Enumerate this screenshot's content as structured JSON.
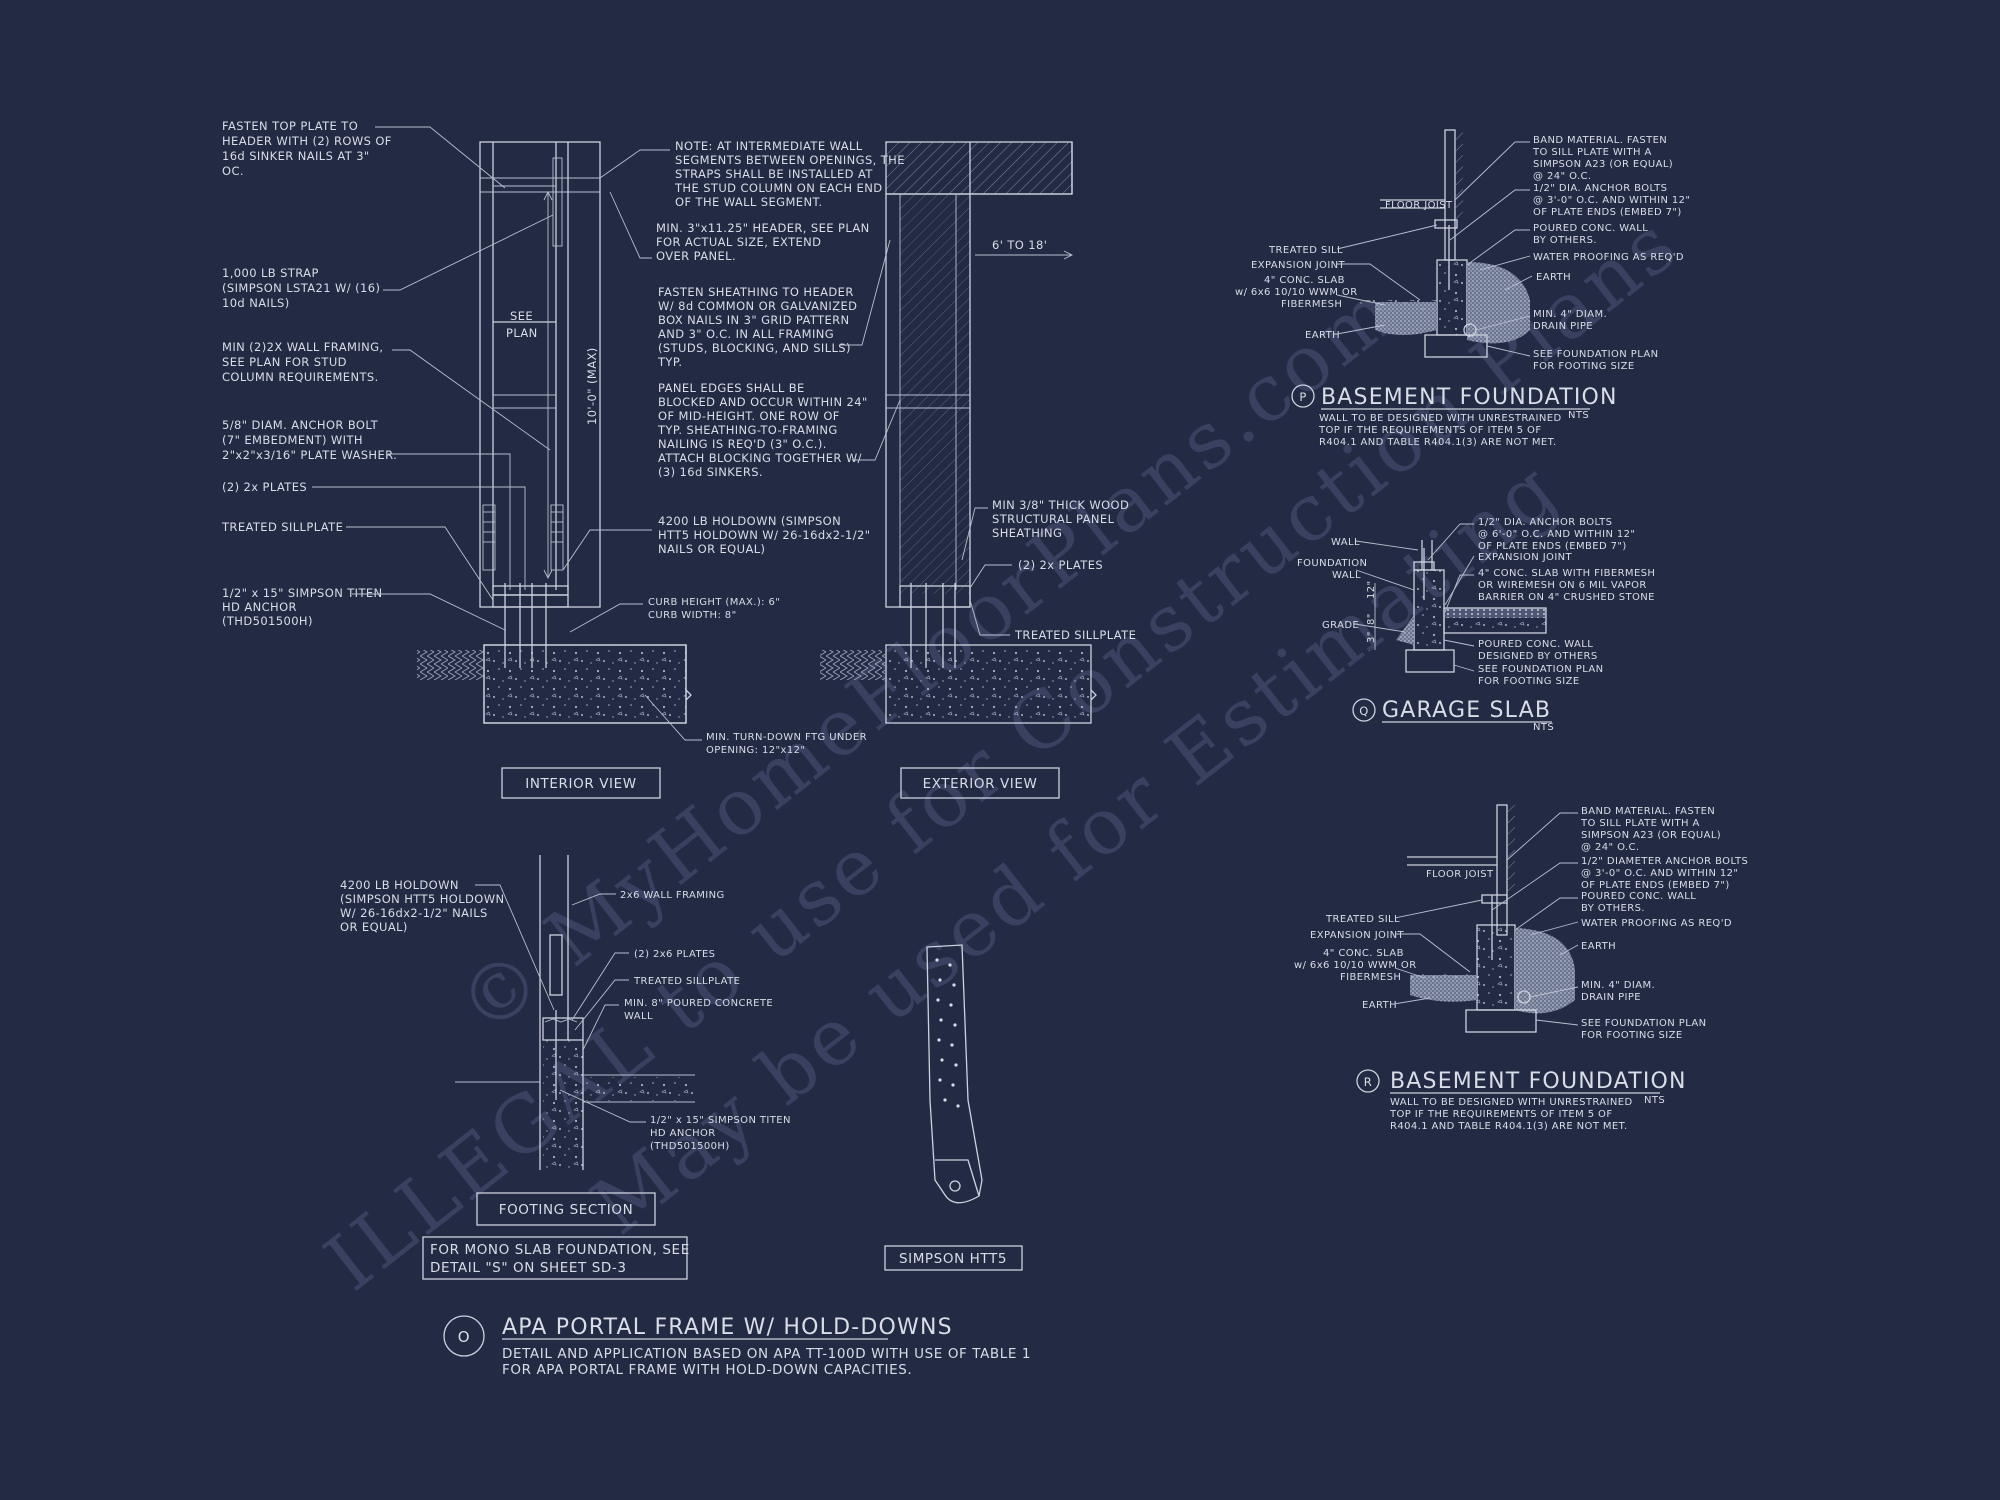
{
  "watermark": {
    "line1": "© MyHomeFloorPlans.com",
    "line2": "ILLEGAL to use for Construction Plans",
    "line3": "May be used for Estimating"
  },
  "portal_frame": {
    "interior": {
      "fasten_top_plate": [
        "FASTEN TOP PLATE TO",
        "HEADER WITH (2) ROWS OF",
        "16d SINKER NAILS AT 3\"",
        "OC."
      ],
      "strap": [
        "1,000 LB STRAP",
        "(SIMPSON LSTA21 W/ (16)",
        "10d NAILS)"
      ],
      "wall_framing": [
        "MIN (2)2X WALL FRAMING,",
        "SEE PLAN FOR STUD",
        "COLUMN REQUIREMENTS."
      ],
      "anchor_bolt": [
        "5/8\" DIAM. ANCHOR BOLT",
        "(7\" EMBEDMENT) WITH",
        "2\"x2\"x3/16\" PLATE WASHER."
      ],
      "plates": "(2) 2x PLATES",
      "sillplate": "TREATED SILLPLATE",
      "titen": [
        "1/2\" x 15\" SIMPSON TITEN",
        "HD ANCHOR",
        "(THD501500H)"
      ],
      "note": [
        "NOTE: AT INTERMEDIATE WALL",
        "SEGMENTS BETWEEN OPENINGS, THE",
        "STRAPS SHALL BE INSTALLED AT",
        "THE STUD COLUMN ON EACH END",
        "OF THE WALL SEGMENT."
      ],
      "header": [
        "MIN. 3\"x11.25\" HEADER, SEE PLAN",
        "FOR ACTUAL SIZE, EXTEND",
        "OVER PANEL."
      ],
      "sheathing": [
        "FASTEN SHEATHING TO HEADER",
        "W/ 8d COMMON OR GALVANIZED",
        "BOX NAILS IN 3\" GRID PATTERN",
        "AND 3\" O.C. IN ALL FRAMING",
        "(STUDS, BLOCKING, AND SILLS)",
        "TYP."
      ],
      "panel_edges": [
        "PANEL EDGES SHALL BE",
        "BLOCKED AND OCCUR WITHIN 24\"",
        "OF MID-HEIGHT.  ONE ROW OF",
        "TYP. SHEATHING-TO-FRAMING",
        "NAILING IS REQ'D (3\" O.C.).",
        "ATTACH BLOCKING TOGETHER W/",
        "(3) 16d SINKERS."
      ],
      "holdown": [
        "4200 LB HOLDOWN (SIMPSON",
        "HTT5 HOLDOWN W/ 26-16dx2-1/2\"",
        "NAILS OR EQUAL)"
      ],
      "curb": [
        "CURB HEIGHT (MAX.): 6\"",
        "CURB WIDTH: 8\""
      ],
      "turn_down": [
        "MIN. TURN-DOWN FTG UNDER",
        "OPENING: 12\"x12\""
      ],
      "see_plan": [
        "SEE",
        "PLAN"
      ],
      "height": "10'-0\" (MAX)",
      "view_label": "INTERIOR VIEW"
    },
    "exterior": {
      "span": "6' TO 18'",
      "panel": [
        "MIN 3/8\" THICK WOOD",
        "STRUCTURAL PANEL",
        "SHEATHING"
      ],
      "plates": "(2) 2x PLATES",
      "sillplate": "TREATED SILLPLATE",
      "view_label": "EXTERIOR VIEW"
    },
    "footing": {
      "holdown": [
        "4200 LB HOLDOWN",
        "(SIMPSON HTT5 HOLDOWN",
        "W/ 26-16dx2-1/2\" NAILS",
        "OR EQUAL)"
      ],
      "framing": "2x6 WALL FRAMING",
      "plates": "(2) 2x6 PLATES",
      "sillplate": "TREATED SILLPLATE",
      "concrete": [
        "MIN. 8\" POURED CONCRETE",
        "WALL"
      ],
      "titen": [
        "1/2\" x 15\" SIMPSON TITEN",
        "HD ANCHOR",
        "(THD501500H)"
      ],
      "label": "FOOTING SECTION",
      "mono_note": [
        "FOR MONO SLAB FOUNDATION, SEE",
        "DETAIL \"S\" ON SHEET SD-3"
      ]
    },
    "simpson_label": "SIMPSON HTT5",
    "title_marker": "O",
    "title": "APA PORTAL FRAME W/ HOLD-DOWNS",
    "subtitle": [
      "DETAIL AND APPLICATION BASED ON APA TT-100D WITH USE OF TABLE 1",
      "FOR APA PORTAL FRAME WITH HOLD-DOWN CAPACITIES."
    ]
  },
  "basement_p": {
    "band": [
      "BAND MATERIAL.  FASTEN",
      "TO SILL PLATE WITH A",
      "SIMPSON A23 (OR EQUAL)",
      "@ 24\" O.C."
    ],
    "bolts": [
      "1/2\" DIA. ANCHOR BOLTS",
      "@ 3'-0\" O.C. AND WITHIN 12\"",
      "OF PLATE ENDS (EMBED 7\")"
    ],
    "wall": [
      "POURED CONC. WALL",
      "BY OTHERS."
    ],
    "waterproof": "WATER PROOFING AS REQ'D",
    "earth_r": "EARTH",
    "drain": [
      "MIN. 4\" DIAM.",
      "DRAIN PIPE"
    ],
    "footing": [
      "SEE FOUNDATION PLAN",
      "FOR FOOTING SIZE"
    ],
    "joist": "FLOOR JOIST",
    "sill": "TREATED SILL",
    "joint": "EXPANSION JOINT",
    "slab": [
      "4\" CONC. SLAB",
      "w/ 6x6 10/10 WWM OR",
      "FIBERMESH"
    ],
    "earth_l": "EARTH",
    "marker": "P",
    "title": "BASEMENT FOUNDATION",
    "nts": "NTS",
    "note": [
      "WALL TO BE DESIGNED WITH UNRESTRAINED",
      "TOP IF THE REQUIREMENTS OF ITEM 5 OF",
      "R404.1 AND TABLE R404.1(3) ARE NOT MET."
    ]
  },
  "garage": {
    "bolts": [
      "1/2\" DIA. ANCHOR BOLTS",
      "@ 6'-0\" O.C. AND WITHIN 12\"",
      "OF PLATE ENDS (EMBED 7\")"
    ],
    "joint": "EXPANSION JOINT",
    "slab": [
      "4\" CONC. SLAB WITH FIBERMESH",
      "OR WIREMESH ON 6 MIL VAPOR",
      "BARRIER ON 4\" CRUSHED STONE"
    ],
    "wall": "WALL",
    "fwall": [
      "FOUNDATION",
      "WALL"
    ],
    "grade": "GRADE",
    "conc_wall": [
      "POURED CONC. WALL",
      "DESIGNED BY OTHERS"
    ],
    "footing": [
      "SEE FOUNDATION PLAN",
      "FOR FOOTING SIZE"
    ],
    "dims": [
      "12\"",
      "8\"",
      "3\""
    ],
    "marker": "Q",
    "title": "GARAGE SLAB",
    "nts": "NTS"
  },
  "basement_r": {
    "band": [
      "BAND MATERIAL.  FASTEN",
      "TO SILL PLATE WITH A",
      "SIMPSON A23 (OR EQUAL)",
      "@ 24\" O.C."
    ],
    "bolts": [
      "1/2\" DIAMETER ANCHOR BOLTS",
      "@ 3'-0\" O.C. AND WITHIN 12\"",
      "OF PLATE ENDS (EMBED 7\")"
    ],
    "wall": [
      "POURED CONC. WALL",
      "BY OTHERS."
    ],
    "waterproof": "WATER PROOFING AS REQ'D",
    "earth_r": "EARTH",
    "drain": [
      "MIN. 4\" DIAM.",
      "DRAIN PIPE"
    ],
    "footing": [
      "SEE FOUNDATION PLAN",
      "FOR FOOTING SIZE"
    ],
    "joist": "FLOOR JOIST",
    "sill": "TREATED SILL",
    "joint": "EXPANSION JOINT",
    "slab": [
      "4\" CONC. SLAB",
      "w/ 6x6 10/10 WWM OR",
      "FIBERMESH"
    ],
    "earth_l": "EARTH",
    "marker": "R",
    "title": "BASEMENT FOUNDATION",
    "nts": "NTS",
    "note": [
      "WALL TO BE DESIGNED WITH UNRESTRAINED",
      "TOP IF THE REQUIREMENTS OF ITEM 5 OF",
      "R404.1 AND TABLE R404.1(3) ARE NOT MET."
    ]
  }
}
